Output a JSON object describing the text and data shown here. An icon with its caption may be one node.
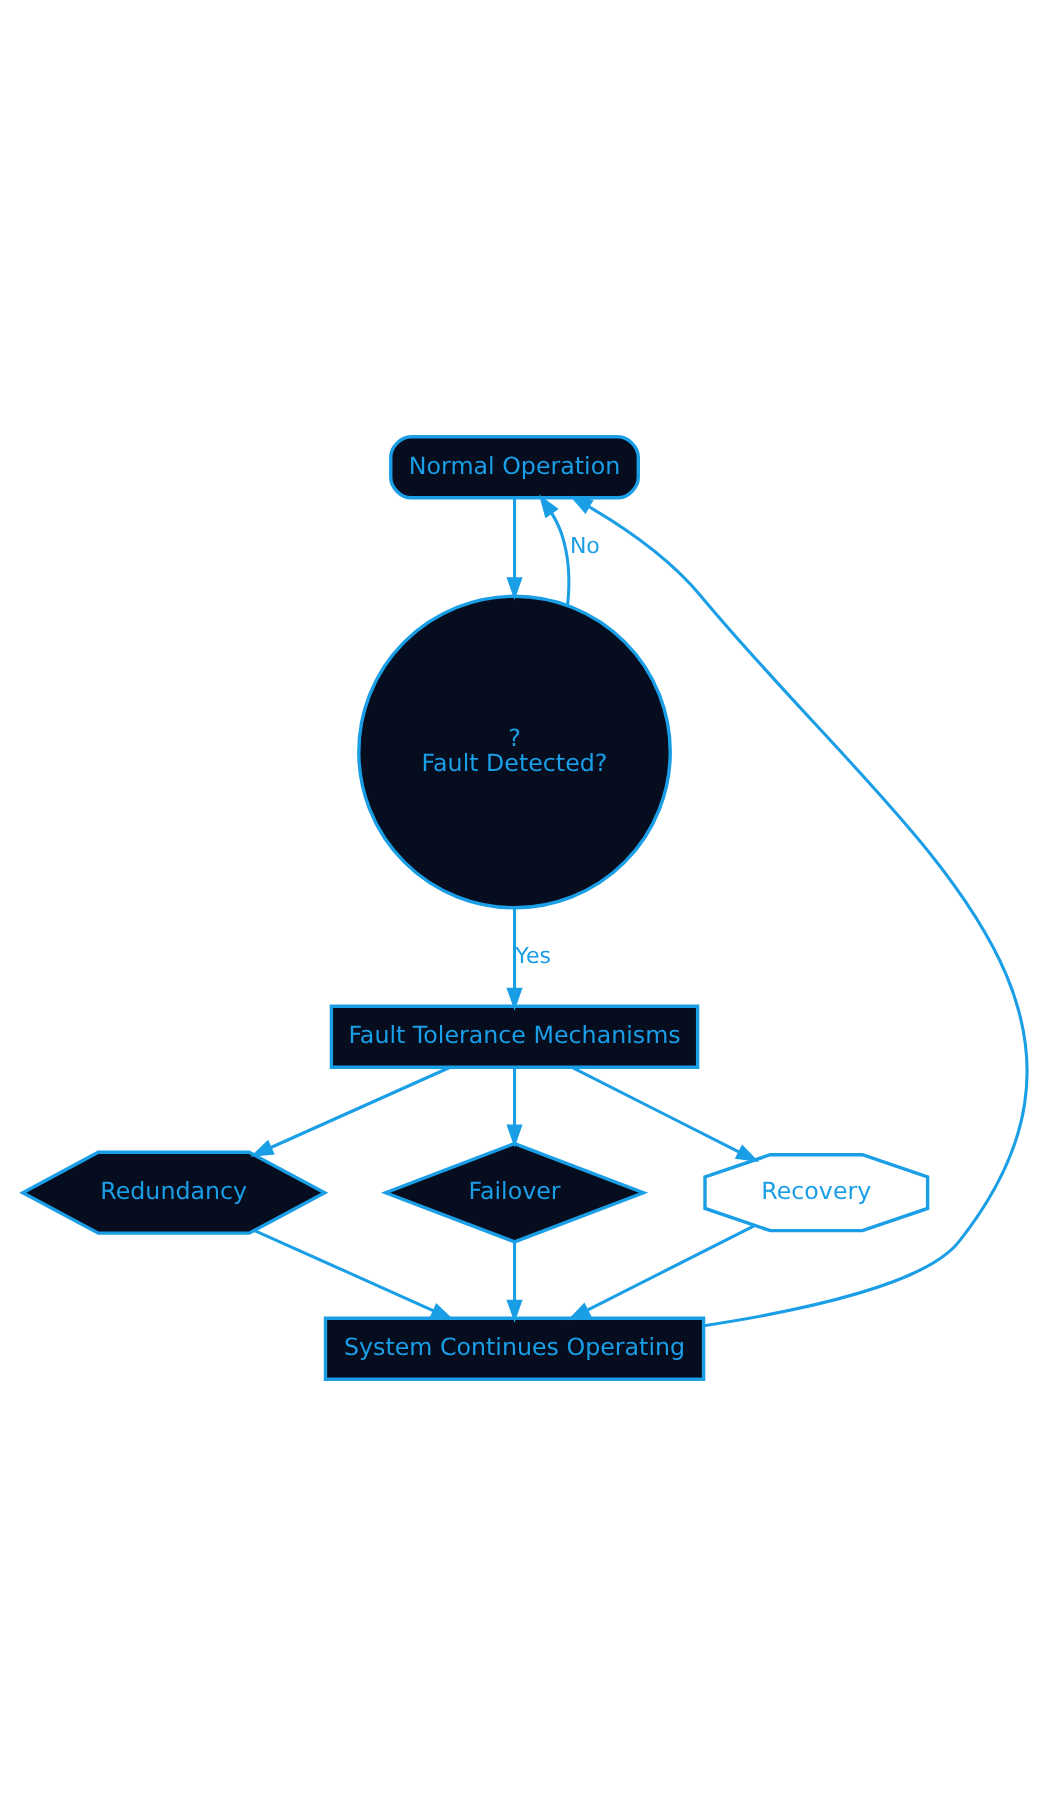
{
  "diagram": {
    "nodes": [
      {
        "text": [
          "Normal Operation"
        ]
      },
      {
        "text": [
          "?",
          "Fault Detected?"
        ]
      },
      {
        "text": [
          "Fault Tolerance Mechanisms"
        ]
      },
      {
        "text": [
          "Redundancy"
        ]
      },
      {
        "text": [
          "Failover"
        ]
      },
      {
        "text": [
          "Recovery"
        ]
      },
      {
        "text": [
          "System Continues Operating"
        ]
      }
    ],
    "edges": [
      {
        "from": 0,
        "to": 1,
        "arrow": "to"
      },
      {
        "from": 1,
        "to": 0,
        "label": "No",
        "arrow": "to"
      },
      {
        "from": 1,
        "to": 2,
        "label": "Yes",
        "arrow": "to"
      },
      {
        "from": 2,
        "to": 3,
        "arrow": "to"
      },
      {
        "from": 2,
        "to": 4,
        "arrow": "to"
      },
      {
        "from": 2,
        "to": 5,
        "arrow": "to"
      },
      {
        "from": 3,
        "to": 6,
        "arrow": "to"
      },
      {
        "from": 4,
        "to": 6,
        "arrow": "to"
      },
      {
        "from": 5,
        "to": 6,
        "arrow": "to"
      },
      {
        "from": 6,
        "to": 0,
        "arrow": "to"
      }
    ]
  }
}
